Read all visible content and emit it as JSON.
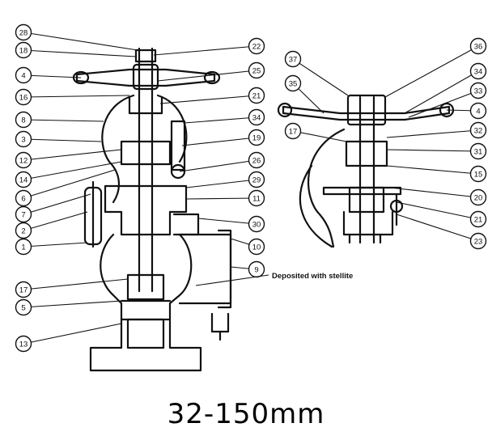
{
  "caption": "32-150mm",
  "note": "Deposited with stellite",
  "left_view": {
    "callouts_left": [
      "28",
      "18",
      "4",
      "16",
      "8",
      "3",
      "12",
      "14",
      "6",
      "7",
      "2",
      "1",
      "17",
      "5",
      "13"
    ],
    "callouts_right": [
      "22",
      "25",
      "21",
      "34",
      "19",
      "26",
      "29",
      "11",
      "30",
      "10",
      "9"
    ]
  },
  "right_view": {
    "callouts_left": [
      "37",
      "35",
      "17"
    ],
    "callouts_right": [
      "36",
      "34",
      "33",
      "4",
      "32",
      "31",
      "15",
      "20",
      "21",
      "23"
    ]
  },
  "colors": {
    "ink": "#111111",
    "background": "#ffffff"
  }
}
